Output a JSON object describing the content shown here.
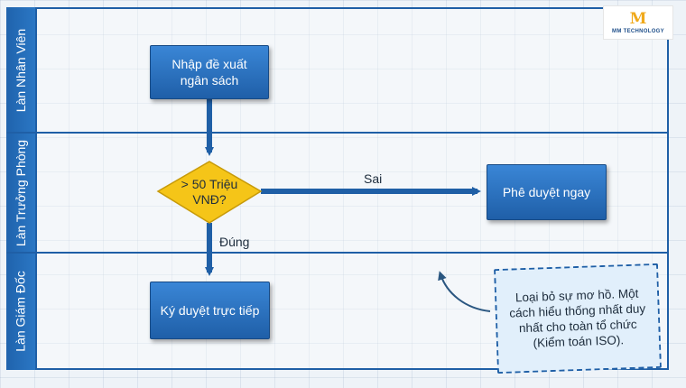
{
  "lanes": [
    {
      "label": "Làn Nhân Viên"
    },
    {
      "label": "Làn Trưởng Phòng"
    },
    {
      "label": "Làn Giám Đốc"
    }
  ],
  "nodes": {
    "submit_task": "Nhập đề xuất\nngân sách",
    "decision": "> 50 Triệu\nVNĐ?",
    "approve_task": "Phê duyệt ngay",
    "sign_task": "Ký duyệt trực tiếp"
  },
  "edges": {
    "no_label": "Sai",
    "yes_label": "Đúng"
  },
  "note": {
    "text": "Loại bỏ sự mơ hồ. Một cách hiểu thống nhất duy nhất cho toàn tổ chức (Kiểm toán ISO)."
  },
  "logo": {
    "mark": "M",
    "text": "MM TECHNOLOGY"
  },
  "colors": {
    "lane_blue": "#1f5fa6",
    "task_blue": "#2f78c8",
    "decision_yellow": "#f5c518",
    "logo_gold": "#f0a91b"
  }
}
